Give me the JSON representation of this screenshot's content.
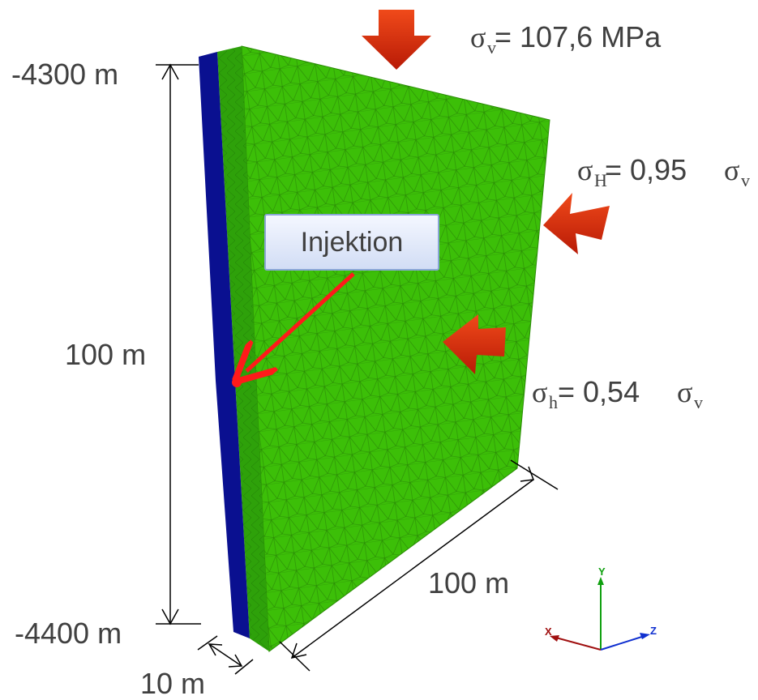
{
  "labels": {
    "top_depth": "-4300 m",
    "bottom_depth": "-4400 m",
    "height": "100 m",
    "length": "100 m",
    "thickness": "10 m",
    "injection": "Injektion"
  },
  "stresses": {
    "vertical": {
      "symbol": "σ",
      "sub": "v",
      "rhs": " = 107,6 MPa"
    },
    "max_horizontal": {
      "symbol": "σ",
      "sub": "H",
      "rhs_value": " = 0,95",
      "rhs_symbol": "σ",
      "rhs_sub": "v"
    },
    "min_horizontal": {
      "symbol": "σ",
      "sub": "h",
      "rhs_value": " = 0,54",
      "rhs_symbol": "σ",
      "rhs_sub": "v"
    }
  },
  "triad": {
    "x": "X",
    "y": "Y",
    "z": "Z"
  },
  "colors": {
    "mesh_face": "#3cbf08",
    "side_face": "#2ea10a",
    "fault": "#0a1090",
    "arrow": "#d42a08",
    "injection_line": "#ff1a1a",
    "x_axis": "#a01010",
    "y_axis": "#10a010",
    "z_axis": "#1030d0"
  }
}
